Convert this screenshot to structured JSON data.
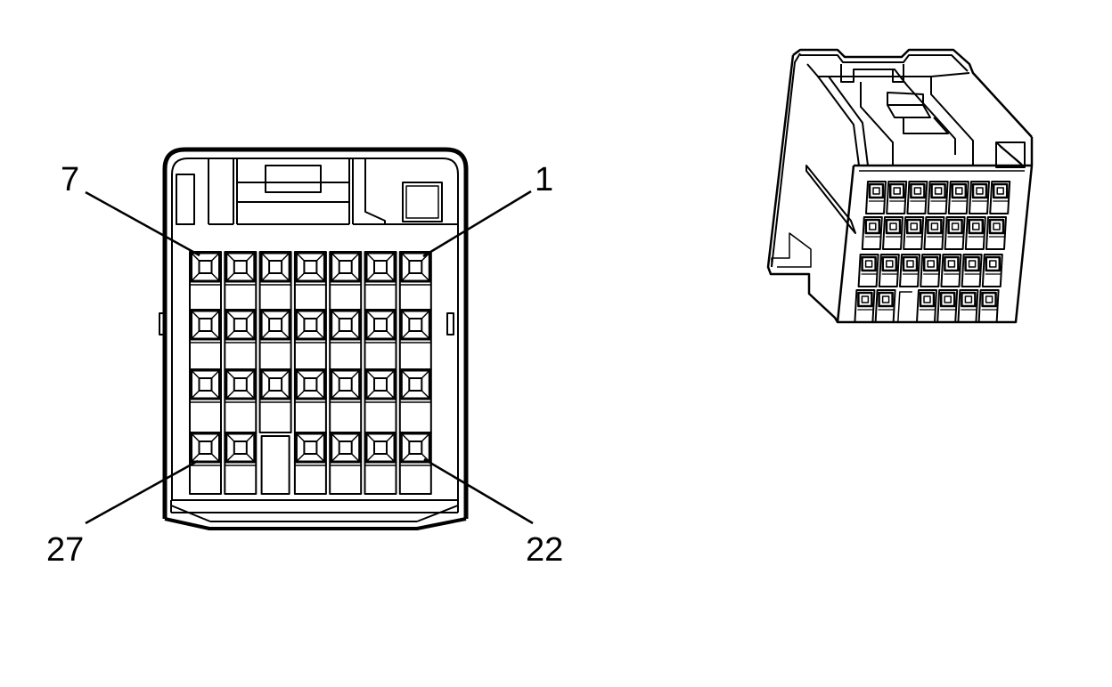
{
  "colors": {
    "line": "#000000",
    "background": "#ffffff"
  },
  "face_view": {
    "columns": 7,
    "rows": 4,
    "empty_cavity": {
      "row": 3,
      "col": 2
    }
  },
  "pin_labels": {
    "top_left": "7",
    "top_right": "1",
    "bottom_left": "27",
    "bottom_right": "22"
  },
  "iso_view": {
    "rows": 4,
    "columns": 7,
    "empty_cavity": {
      "row": 3,
      "col": 2
    }
  }
}
